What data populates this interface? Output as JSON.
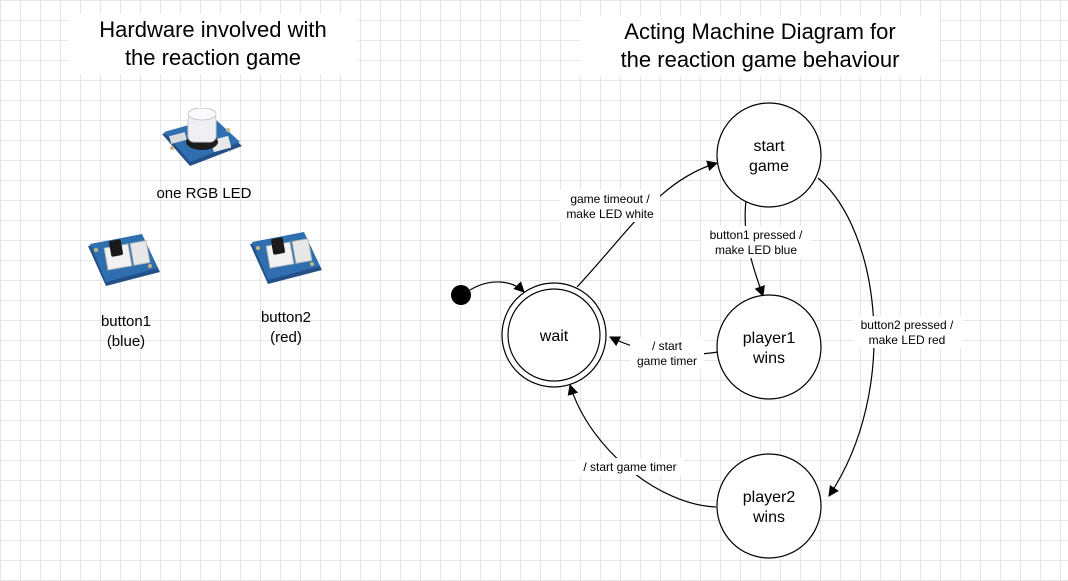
{
  "hardware": {
    "title_line1": "Hardware involved with",
    "title_line2": "the reaction game",
    "led_label": "one RGB LED",
    "button1_label_line1": "button1",
    "button1_label_line2": "(blue)",
    "button2_label_line1": "button2",
    "button2_label_line2": "(red)"
  },
  "state_machine": {
    "title_line1": "Acting Machine Diagram for",
    "title_line2": "the reaction game behaviour",
    "states": {
      "wait": {
        "line1": "wait"
      },
      "start_game": {
        "line1": "start",
        "line2": "game"
      },
      "player1_wins": {
        "line1": "player1",
        "line2": "wins"
      },
      "player2_wins": {
        "line1": "player2",
        "line2": "wins"
      }
    },
    "transitions": {
      "wait_to_start": {
        "line1": "game timeout /",
        "line2": "make LED white"
      },
      "start_to_player1": {
        "line1": "button1 pressed /",
        "line2": "make LED blue"
      },
      "start_to_player2": {
        "line1": "button2 pressed /",
        "line2": "make LED red"
      },
      "player1_to_wait": {
        "line1": "/ start",
        "line2": "game timer"
      },
      "player2_to_wait": {
        "line1": "/ start game timer"
      }
    }
  },
  "colors": {
    "board_blue": "#2f6fb0",
    "board_dark": "#244f87",
    "led_white": "#f0f0f4"
  }
}
